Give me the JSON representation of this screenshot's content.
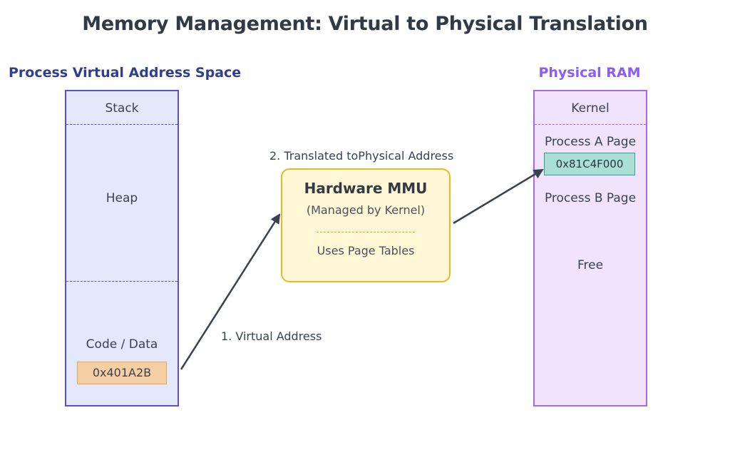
{
  "title": "Memory Management: Virtual to Physical Translation",
  "virtual": {
    "heading": "Process Virtual Address Space",
    "segments": {
      "stack": "Stack",
      "heap": "Heap",
      "code": "Code / Data"
    },
    "address": "0x401A2B"
  },
  "physical": {
    "heading": "Physical RAM",
    "segments": {
      "kernel": "Kernel",
      "proc_a": "Process A Page",
      "proc_b": "Process B Page",
      "free": "Free"
    },
    "address": "0x81C4F000"
  },
  "mmu": {
    "title": "Hardware MMU",
    "subtitle": "(Managed by Kernel)",
    "note": "Uses Page Tables"
  },
  "arrows": {
    "step1": "1. Virtual Address",
    "step2": "2. Translated toPhysical Address"
  },
  "colors": {
    "virtual_fill": "#e4e8fb",
    "virtual_border": "#5a4fcf",
    "physical_fill": "#f0e3fb",
    "physical_border": "#a66ae8",
    "mmu_fill": "#fff7d6",
    "mmu_border": "#e9b824",
    "virtual_addr_fill": "#f5cfa4",
    "physical_addr_fill": "#a9dfd5",
    "arrow": "#3a4250"
  }
}
